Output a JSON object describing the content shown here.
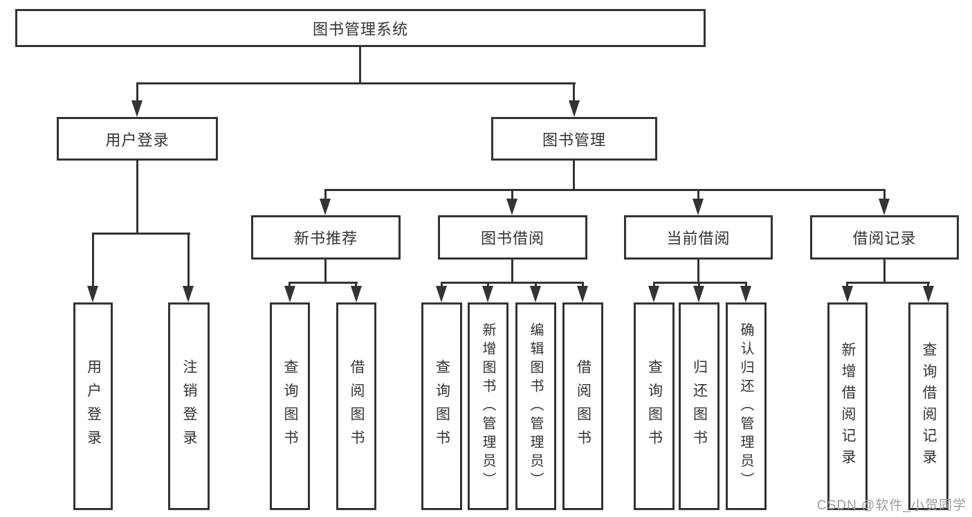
{
  "nodes": {
    "root": "图书管理系统",
    "user_login": "用户登录",
    "book_mgmt": "图书管理",
    "user_login_leaf": "用户登录",
    "logout_leaf": "注销登录",
    "new_book_rec": "新书推荐",
    "book_borrow": "图书借阅",
    "current_borrow": "当前借阅",
    "borrow_record": "借阅记录",
    "query_book_1": "查询图书",
    "borrow_book_1": "借阅图书",
    "query_book_2": "查询图书",
    "add_book_admin": "新增图书（管理员）",
    "edit_book_admin": "编辑图书（管理员）",
    "borrow_book_2": "借阅图书",
    "query_book_3": "查询图书",
    "return_book": "归还图书",
    "confirm_return_admin": "确认归还（管理员）",
    "add_borrow_record": "新增借阅记录",
    "query_borrow_record": "查询借阅记录"
  },
  "hierarchy": {
    "图书管理系统": {
      "用户登录": [
        "用户登录",
        "注销登录"
      ],
      "图书管理": {
        "新书推荐": [
          "查询图书",
          "借阅图书"
        ],
        "图书借阅": [
          "查询图书",
          "新增图书（管理员）",
          "编辑图书（管理员）",
          "借阅图书"
        ],
        "当前借阅": [
          "查询图书",
          "归还图书",
          "确认归还（管理员）"
        ],
        "借阅记录": [
          "新增借阅记录",
          "查询借阅记录"
        ]
      }
    }
  },
  "watermark": {
    "text": "CSDN @软件_小贺同学"
  },
  "colors": {
    "line": "#333333",
    "text": "#333333",
    "background": "#ffffff",
    "watermark": "#9c9c9c"
  }
}
